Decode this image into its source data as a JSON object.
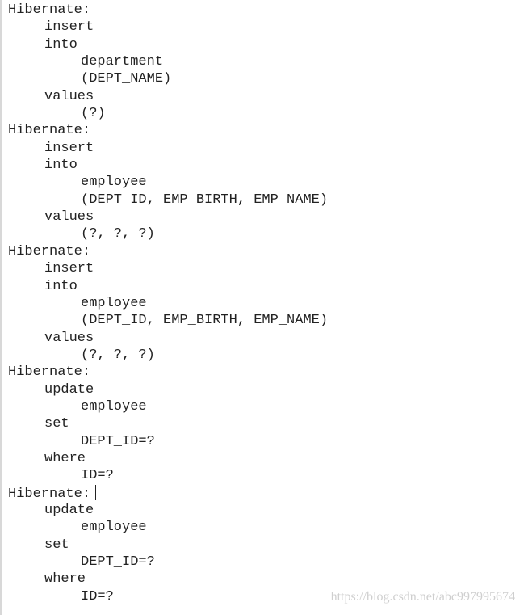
{
  "console": {
    "lines": [
      {
        "text": "Hibernate:",
        "indent": 0
      },
      {
        "text": "insert",
        "indent": 1
      },
      {
        "text": "into",
        "indent": 1
      },
      {
        "text": "department",
        "indent": 2
      },
      {
        "text": "(DEPT_NAME)",
        "indent": 2
      },
      {
        "text": "values",
        "indent": 1
      },
      {
        "text": "(?)",
        "indent": 2
      },
      {
        "text": "Hibernate:",
        "indent": 0
      },
      {
        "text": "insert",
        "indent": 1
      },
      {
        "text": "into",
        "indent": 1
      },
      {
        "text": "employee",
        "indent": 2
      },
      {
        "text": "(DEPT_ID, EMP_BIRTH, EMP_NAME)",
        "indent": 2
      },
      {
        "text": "values",
        "indent": 1
      },
      {
        "text": "(?, ?, ?)",
        "indent": 2
      },
      {
        "text": "Hibernate:",
        "indent": 0
      },
      {
        "text": "insert",
        "indent": 1
      },
      {
        "text": "into",
        "indent": 1
      },
      {
        "text": "employee",
        "indent": 2
      },
      {
        "text": "(DEPT_ID, EMP_BIRTH, EMP_NAME)",
        "indent": 2
      },
      {
        "text": "values",
        "indent": 1
      },
      {
        "text": "(?, ?, ?)",
        "indent": 2
      },
      {
        "text": "Hibernate:",
        "indent": 0
      },
      {
        "text": "update",
        "indent": 1
      },
      {
        "text": "employee",
        "indent": 2
      },
      {
        "text": "set",
        "indent": 1
      },
      {
        "text": "DEPT_ID=?",
        "indent": 2
      },
      {
        "text": "where",
        "indent": 1
      },
      {
        "text": "ID=?",
        "indent": 2
      },
      {
        "text": "Hibernate:",
        "indent": 0,
        "caret": true
      },
      {
        "text": "update",
        "indent": 1
      },
      {
        "text": "employee",
        "indent": 2
      },
      {
        "text": "set",
        "indent": 1
      },
      {
        "text": "DEPT_ID=?",
        "indent": 2
      },
      {
        "text": "where",
        "indent": 1
      },
      {
        "text": "ID=?",
        "indent": 2
      }
    ]
  },
  "watermark": {
    "text": "https://blog.csdn.net/abc997995674"
  }
}
